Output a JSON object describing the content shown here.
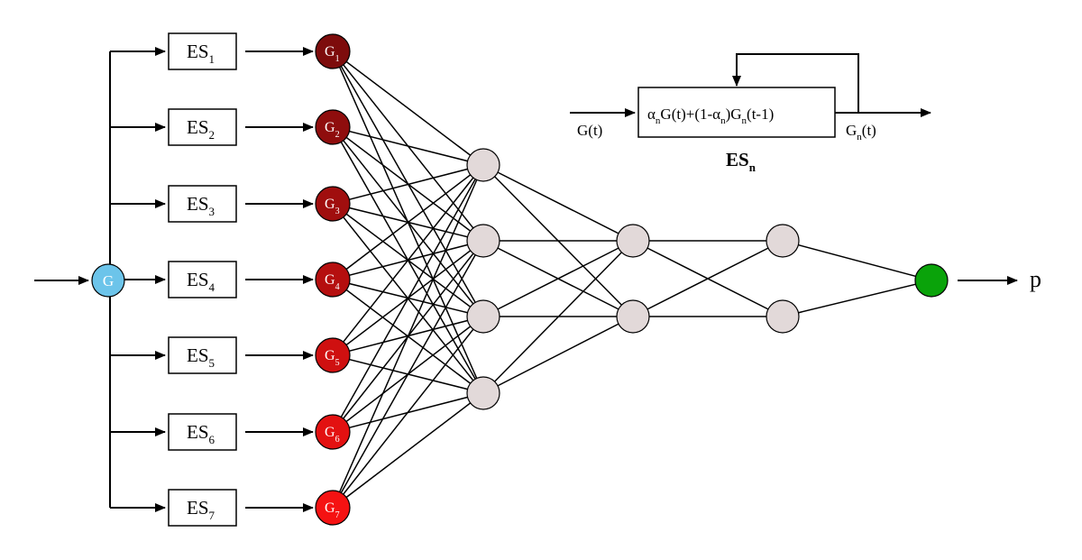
{
  "input_node": {
    "label": "G",
    "color": "#6cc4ea"
  },
  "smoothers": [
    {
      "base": "ES",
      "sub": "1"
    },
    {
      "base": "ES",
      "sub": "2"
    },
    {
      "base": "ES",
      "sub": "3"
    },
    {
      "base": "ES",
      "sub": "4"
    },
    {
      "base": "ES",
      "sub": "5"
    },
    {
      "base": "ES",
      "sub": "6"
    },
    {
      "base": "ES",
      "sub": "7"
    }
  ],
  "smoothed_nodes": [
    {
      "base": "G",
      "sub": "1",
      "color": "#7d0c0c"
    },
    {
      "base": "G",
      "sub": "2",
      "color": "#8f0d0d"
    },
    {
      "base": "G",
      "sub": "3",
      "color": "#a00e0e"
    },
    {
      "base": "G",
      "sub": "4",
      "color": "#b50f0f"
    },
    {
      "base": "G",
      "sub": "5",
      "color": "#cf1010"
    },
    {
      "base": "G",
      "sub": "6",
      "color": "#e31111"
    },
    {
      "base": "G",
      "sub": "7",
      "color": "#f51212"
    }
  ],
  "hidden_layers": [
    {
      "nodes": 4,
      "color": "#e2d9d9"
    },
    {
      "nodes": 2,
      "color": "#e2d9d9"
    },
    {
      "nodes": 2,
      "color": "#e2d9d9"
    }
  ],
  "output_node": {
    "color": "#0aa30a",
    "label": "p"
  },
  "inset": {
    "input_label": "G(t)",
    "formula": {
      "alpha1": "α",
      "n1": "n",
      "part1": "G(t)+(1-",
      "alpha2": "α",
      "n2": "n",
      "part2": ")G",
      "n3": "n",
      "part3": "(t-1)"
    },
    "output_label": {
      "base": "G",
      "sub": "n",
      "rest": "(t)"
    },
    "caption": {
      "base": "ES",
      "sub": "n"
    }
  }
}
